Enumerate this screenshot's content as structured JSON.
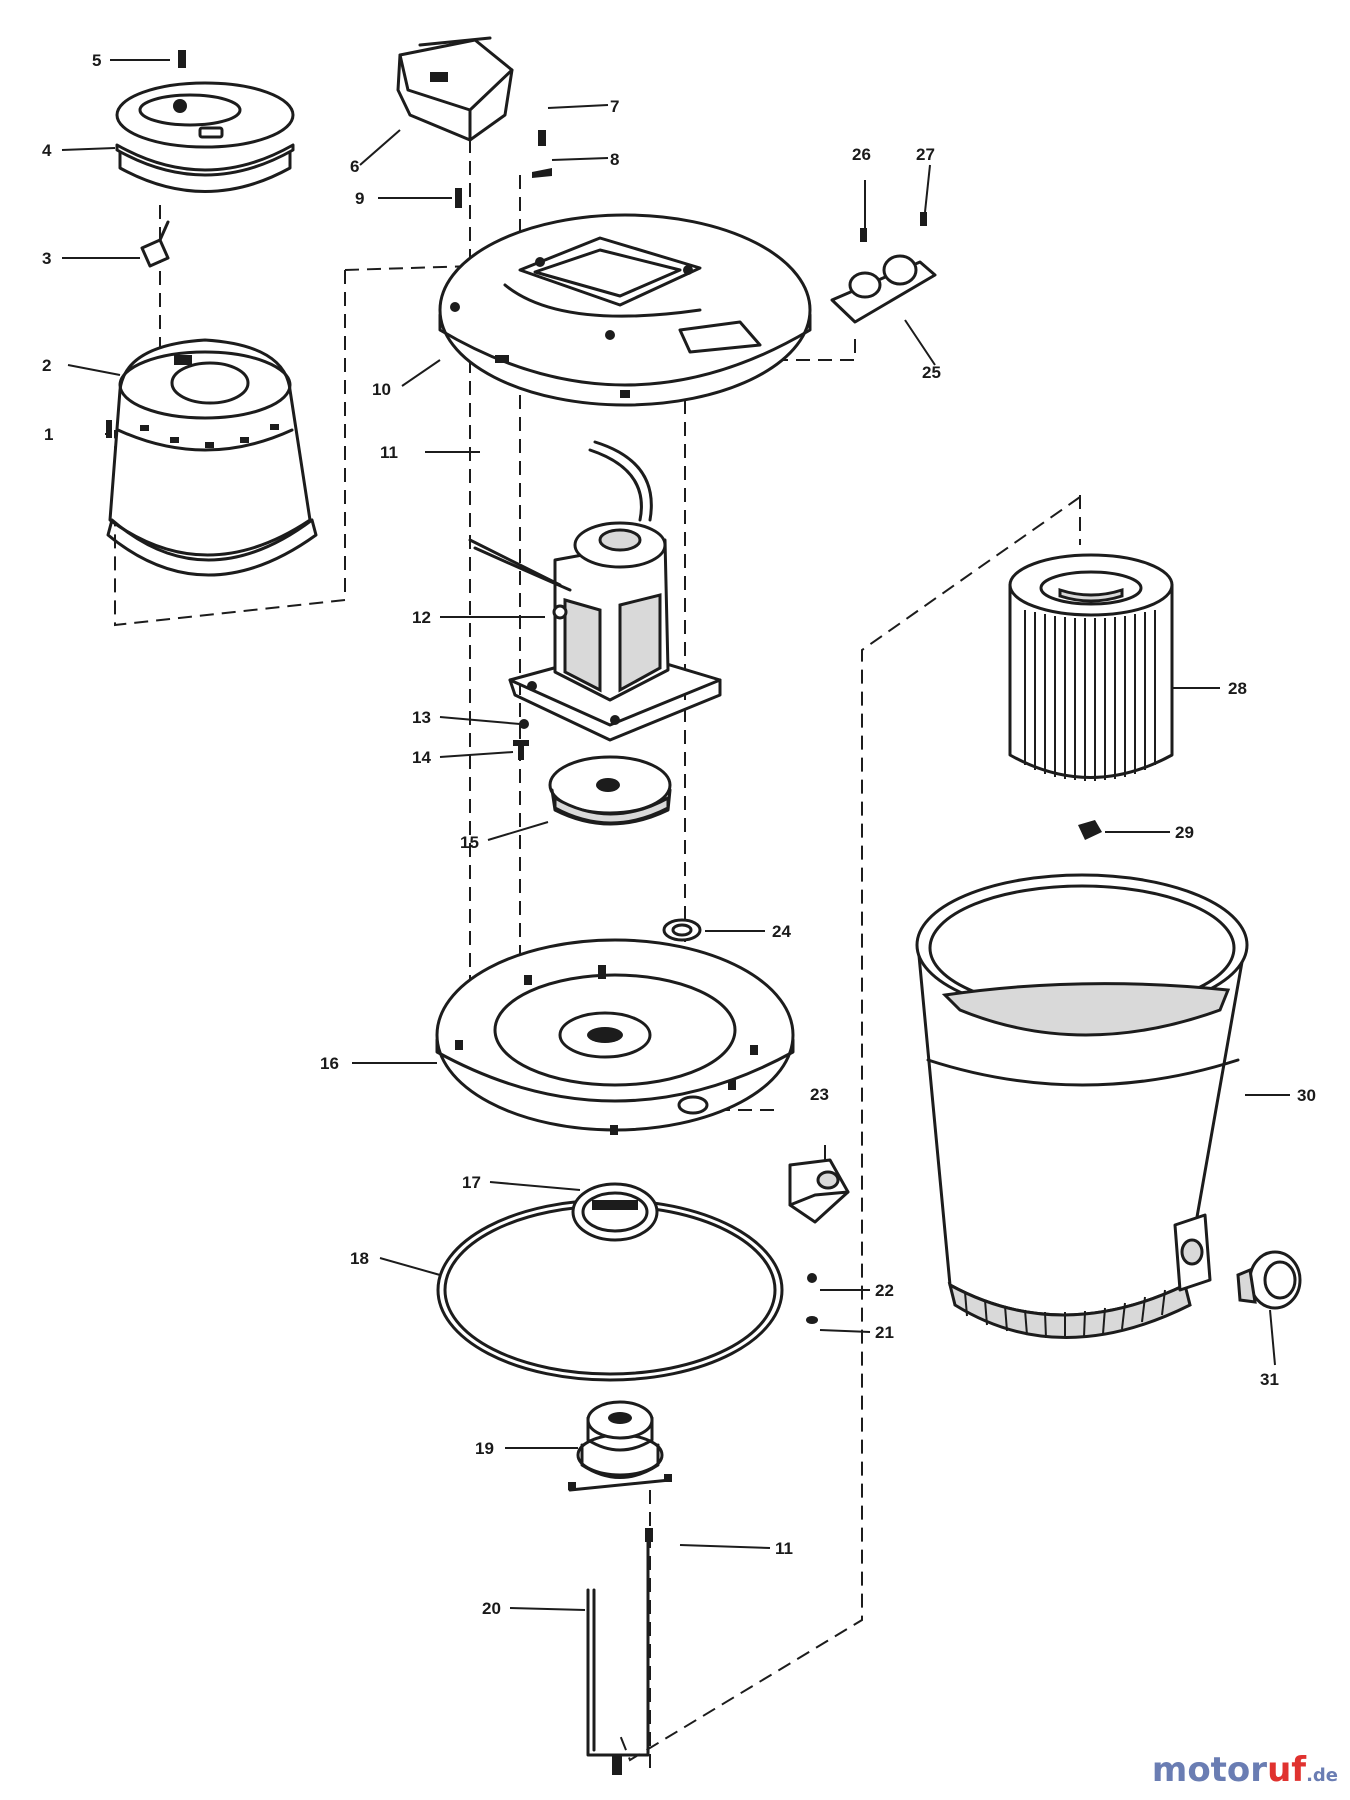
{
  "labels": {
    "p1": "1",
    "p2": "2",
    "p3": "3",
    "p4": "4",
    "p5": "5",
    "p6": "6",
    "p7": "7",
    "p8": "8",
    "p9": "9",
    "p10": "10",
    "p11a": "11",
    "p11b": "11",
    "p12": "12",
    "p13": "13",
    "p14": "14",
    "p15": "15",
    "p16": "16",
    "p17": "17",
    "p18": "18",
    "p19": "19",
    "p20": "20",
    "p21": "21",
    "p22": "22",
    "p23": "23",
    "p24": "24",
    "p25": "25",
    "p26": "26",
    "p27": "27",
    "p28": "28",
    "p29": "29",
    "p30": "30",
    "p31": "31"
  },
  "watermark": {
    "part1": "motor",
    "part2": "uf",
    "part3": ".de"
  }
}
